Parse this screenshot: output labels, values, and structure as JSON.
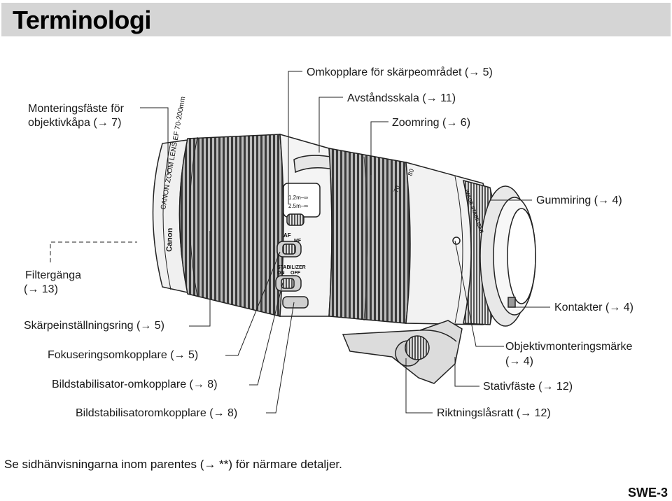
{
  "page": {
    "title": "Terminologi",
    "footnote": "Se sidhänvisningarna inom parentes (→ **) för närmare detaljer.",
    "page_number": "SWE-3"
  },
  "diagram": {
    "lens_markings": {
      "brand": "Canon",
      "model": "CANON ZOOM LENS EF 70-200mm",
      "dist_top": "1.2m–∞",
      "dist_bottom": "2.5m–∞",
      "af": "AF",
      "mf": "MF",
      "stabilizer": "STABILIZER",
      "on": "ON",
      "off": "OFF",
      "zoom_70": "70",
      "zoom_80": "80",
      "image_stabilizer": "IMAGE STABILIZER"
    },
    "labels": {
      "mount_cap": "Monteringsfäste för",
      "mount_cap_2": "objektivkåpa (→ 7)",
      "focus_range_switch": "Omkopplare för skärpeområdet (→ 5)",
      "distance_scale": "Avståndsskala (→ 11)",
      "zoom_ring": "Zoomring (→ 6)",
      "rubber_ring": "Gummiring (→ 4)",
      "filter_thread": "Filtergänga",
      "filter_thread_2": "(→ 13)",
      "focus_ring": "Skärpeinställningsring (→ 5)",
      "focus_mode_switch": "Fokuseringsomkopplare (→ 5)",
      "is_switch": "Bildstabilisator-omkopplare (→ 8)",
      "is_mode_switch": "Bildstabilisatoromkopplare (→ 8)",
      "contacts": "Kontakter (→ 4)",
      "mount_index": "Objektivmonteringsmärke",
      "mount_index_2": "(→ 4)",
      "tripod_mount": "Stativfäste (→ 12)",
      "orientation_knob": "Riktningslåsratt (→ 12)"
    }
  }
}
